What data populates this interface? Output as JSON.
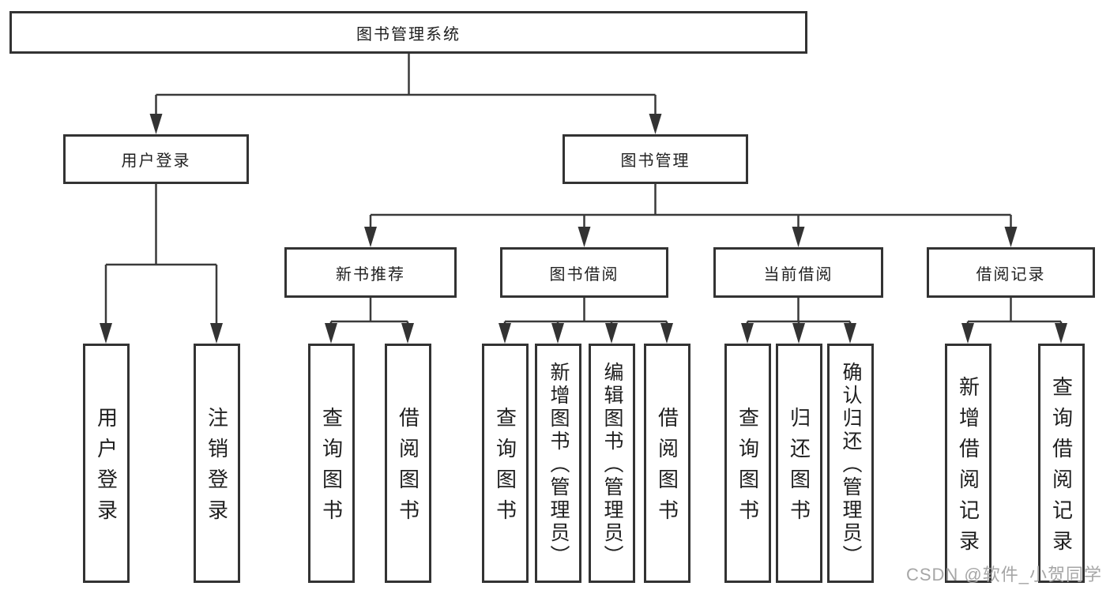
{
  "diagram": {
    "title": "图书管理系统",
    "root": {
      "label": "图书管理系统"
    },
    "level2": [
      {
        "label": "用户登录"
      },
      {
        "label": "图书管理"
      }
    ],
    "level3": [
      {
        "label": "新书推荐"
      },
      {
        "label": "图书借阅"
      },
      {
        "label": "当前借阅"
      },
      {
        "label": "借阅记录"
      }
    ],
    "leaves": [
      {
        "label": "用户登录"
      },
      {
        "label": "注销登录"
      },
      {
        "label": "查询图书"
      },
      {
        "label": "借阅图书"
      },
      {
        "label": "查询图书"
      },
      {
        "label": "新增图书（管理员）"
      },
      {
        "label": "编辑图书（管理员）"
      },
      {
        "label": "借阅图书"
      },
      {
        "label": "查询图书"
      },
      {
        "label": "归还图书"
      },
      {
        "label": "确认归还（管理员）"
      },
      {
        "label": "新增借阅记录"
      },
      {
        "label": "查询借阅记录"
      }
    ]
  },
  "watermark": {
    "text": "CSDN @软件_小贺同学"
  },
  "colors": {
    "line": "#3a3a3a",
    "box_border": "#333333",
    "text": "#1f1f1f",
    "watermark": "#a6a6a6",
    "background": "#ffffff"
  }
}
